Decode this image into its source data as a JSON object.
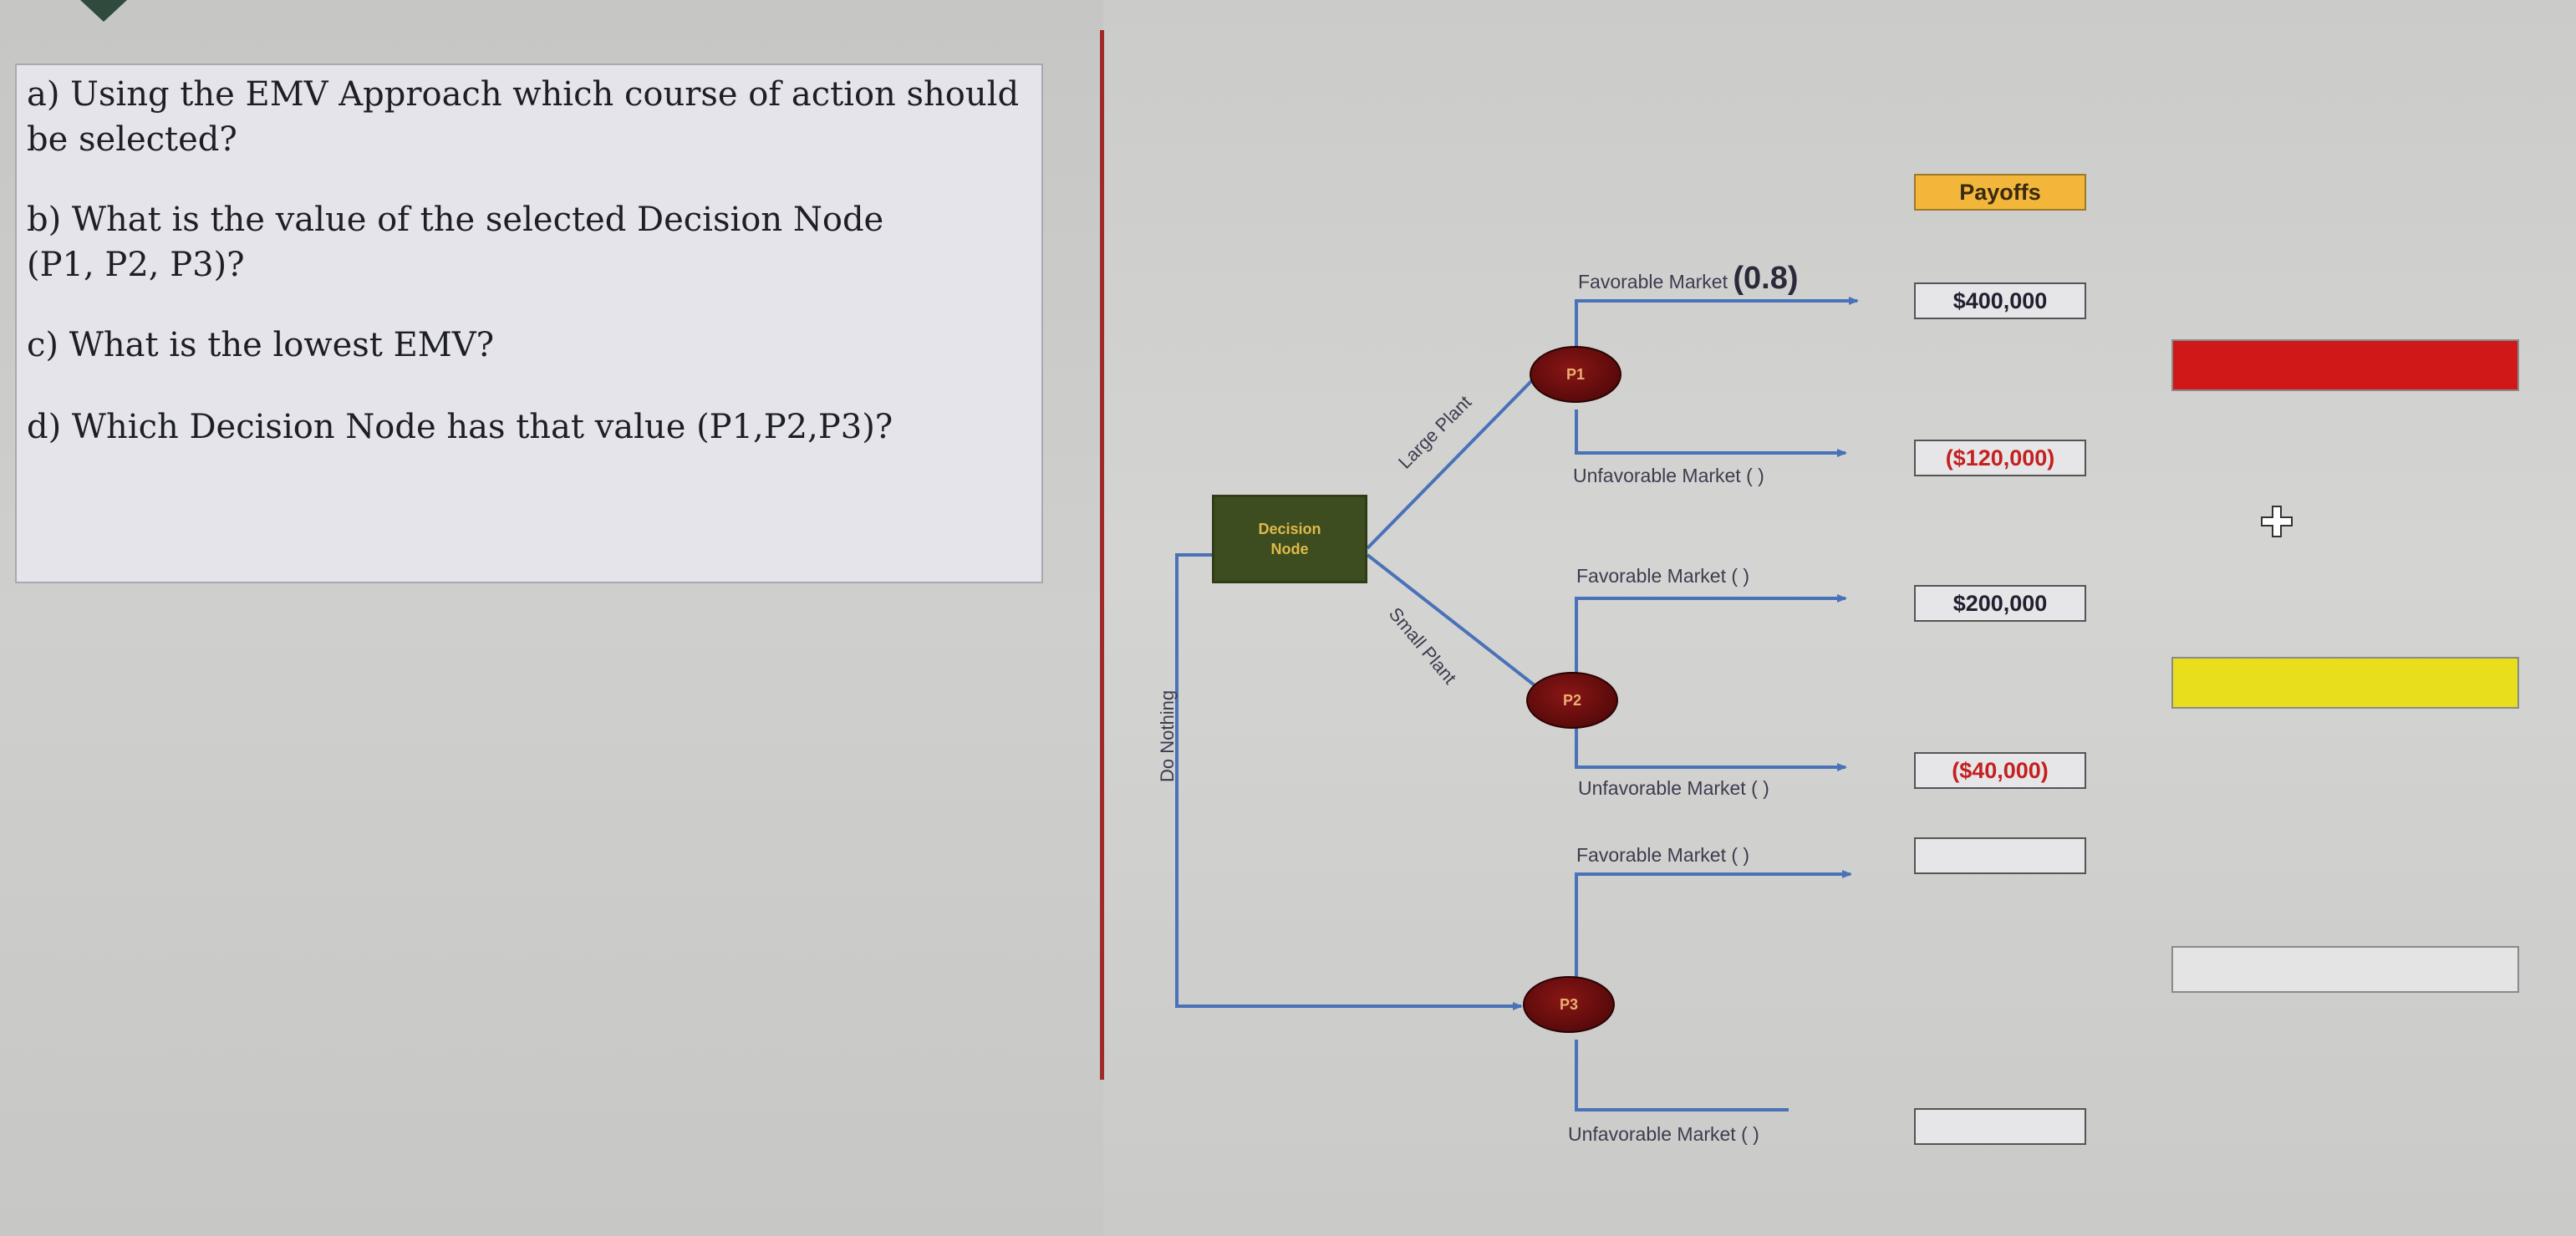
{
  "questions": [
    {
      "line1": "a) Using the EMV Approach which course of action should",
      "line2": "be selected?"
    },
    {
      "line1": "b) What is the value of the selected Decision Node",
      "line2": "(P1, P2, P3)?"
    },
    {
      "line1": "c) What is the lowest EMV?",
      "line2": ""
    },
    {
      "line1": "d) Which Decision Node has that value (P1,P2,P3)?",
      "line2": ""
    }
  ],
  "decision_node": {
    "line1": "Decision",
    "line2": "Node"
  },
  "branches": {
    "large_plant": "Large Plant",
    "small_plant": "Small Plant",
    "do_nothing": "Do Nothing"
  },
  "chance_nodes": [
    "P1",
    "P2",
    "P3"
  ],
  "outcomes": {
    "p1_favorable": {
      "label": "Favorable Market",
      "prob": "(0.8)"
    },
    "p1_unfavorable": {
      "label": "Unfavorable  Market ( )"
    },
    "p2_favorable": {
      "label": "Favorable Market (  )"
    },
    "p2_unfavorable": {
      "label": "Unfavorable Market ( )"
    },
    "p3_favorable": {
      "label": "Favorable Market ( )"
    },
    "p3_unfavorable": {
      "label": "Unfavorable Market ( )"
    }
  },
  "payoffs": {
    "header": "Payoffs",
    "p1_favorable": "$400,000",
    "p1_unfavorable": "($120,000)",
    "p2_favorable": "$200,000",
    "p2_unfavorable": "($40,000)",
    "p3_favorable": "",
    "p3_unfavorable": ""
  },
  "colors": {
    "swatch_top": "#d01818",
    "swatch_middle": "#e8de1c",
    "swatch_bottom": "#e4e4e4",
    "branch_line": "#4a72b8",
    "divider": "#a02a2a"
  }
}
